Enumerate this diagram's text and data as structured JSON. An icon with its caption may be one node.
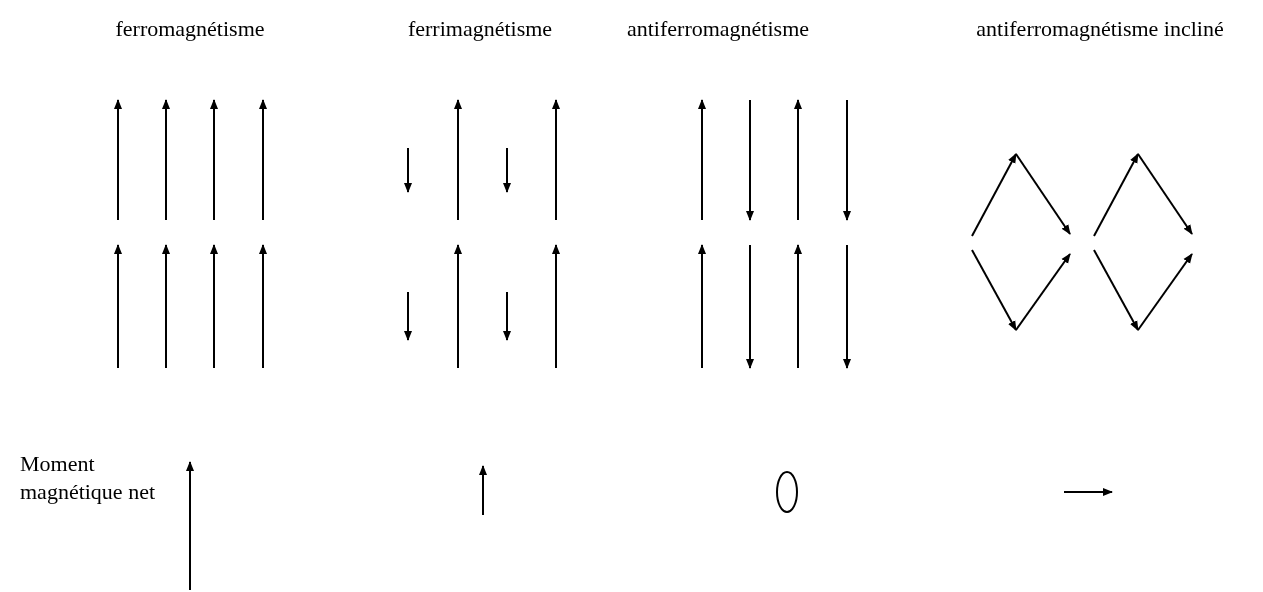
{
  "diagram": {
    "labels": [
      "ferromagnétisme",
      "ferrimagnétisme",
      "antiferromagnétisme",
      "antiferromagnétisme incliné",
      "Moment magnétique net"
    ]
  }
}
